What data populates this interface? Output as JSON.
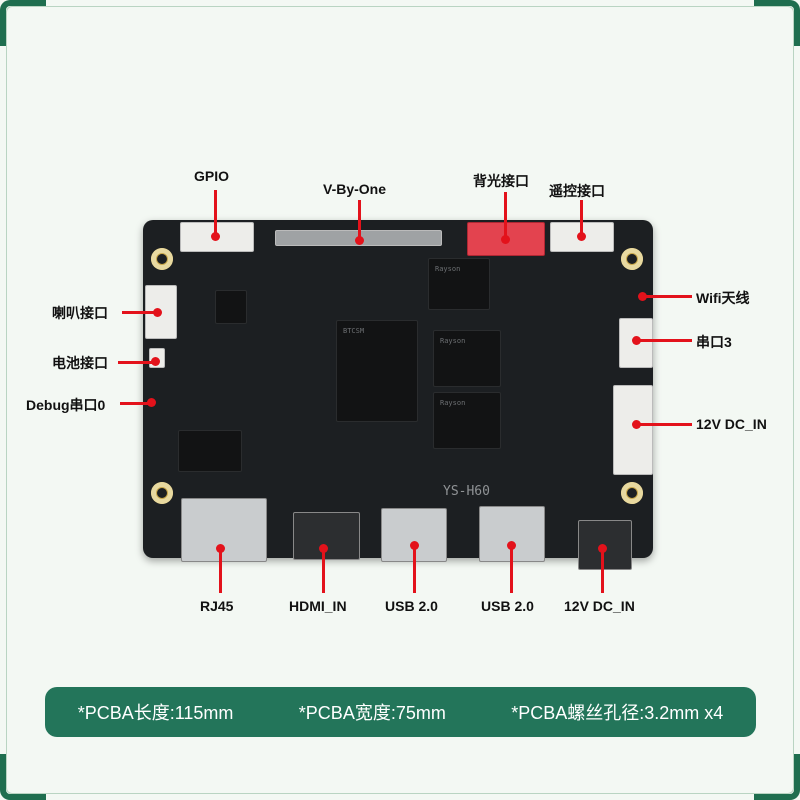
{
  "labels": {
    "gpio": "GPIO",
    "vbyone": "V-By-One",
    "backlight": "背光接口",
    "remote": "遥控接口",
    "speaker": "喇叭接口",
    "battery": "电池接口",
    "debug": "Debug串口0",
    "wifi": "Wifi天线",
    "uart3": "串口3",
    "dcin_right": "12V DC_IN",
    "rj45": "RJ45",
    "hdmi": "HDMI_IN",
    "usb1": "USB 2.0",
    "usb2": "USB 2.0",
    "dcin_bottom": "12V  DC_IN"
  },
  "board": {
    "silkscreen": "YS-H60"
  },
  "specs": [
    "*PCBA长度:115mm",
    "*PCBA宽度:75mm",
    "*PCBA螺丝孔径:3.2mm x4"
  ],
  "colors": {
    "accent_line": "#e3121b",
    "spec_bar": "#23755a",
    "frame": "#1f6e4f",
    "pcb": "#1c1f22"
  }
}
